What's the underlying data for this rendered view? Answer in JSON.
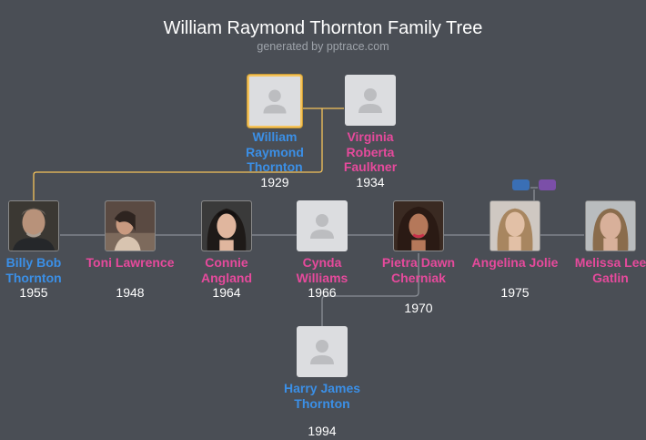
{
  "header": {
    "title": "William Raymond Thornton Family Tree",
    "subtitle": "generated by pptrace.com"
  },
  "colors": {
    "male": "#3b8fe6",
    "female": "#e64a9c",
    "selected_border": "#f5c35b",
    "background": "#4a4e55"
  },
  "people": {
    "william": {
      "name": "William Raymond Thornton",
      "year": "1929",
      "gender": "male",
      "photo": "placeholder-silhouette",
      "selected": true
    },
    "virginia": {
      "name": "Virginia Roberta Faulkner",
      "year": "1934",
      "gender": "female",
      "photo": "placeholder-silhouette"
    },
    "billy": {
      "name": "Billy Bob Thornton",
      "year": "1955",
      "gender": "male",
      "photo": "portrait"
    },
    "toni": {
      "name": "Toni Lawrence",
      "year": "1948",
      "gender": "female",
      "photo": "portrait"
    },
    "connie": {
      "name": "Connie Angland",
      "year": "1964",
      "gender": "female",
      "photo": "portrait"
    },
    "cynda": {
      "name": "Cynda Williams",
      "year": "1966",
      "gender": "female",
      "photo": "placeholder-silhouette"
    },
    "pietra": {
      "name": "Pietra Dawn Cherniak",
      "year": "1970",
      "gender": "female",
      "photo": "portrait"
    },
    "angelina": {
      "name": "Angelina Jolie",
      "year": "1975",
      "gender": "female",
      "photo": "portrait"
    },
    "melissa": {
      "name": "Melissa Lee Gatlin",
      "year": "",
      "gender": "female",
      "photo": "portrait"
    },
    "harry": {
      "name": "Harry James Thornton",
      "year": "1994",
      "gender": "male",
      "photo": "placeholder-silhouette"
    }
  },
  "badges": [
    {
      "name": "blue-badge",
      "color": "#3a6fb5"
    },
    {
      "name": "purple-badge",
      "color": "#7b4fa8"
    }
  ]
}
